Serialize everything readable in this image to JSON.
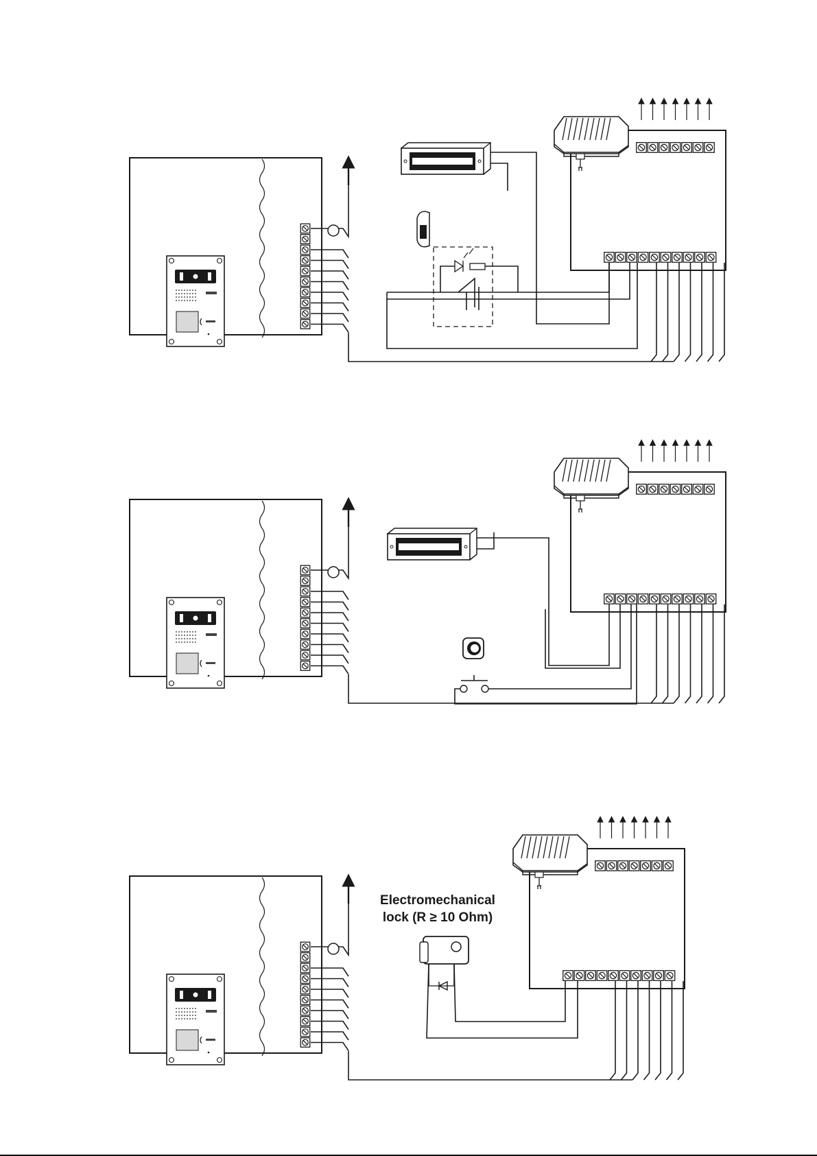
{
  "diagrams": [
    {
      "id": "diagram-maglock-exit-sensor",
      "lock": "maglock",
      "exit": "sensor"
    },
    {
      "id": "diagram-maglock-exit-button",
      "lock": "maglock",
      "exit": "button"
    },
    {
      "id": "diagram-electromechanical-lock",
      "lock": "electromechanical",
      "exit": "none"
    }
  ],
  "labels": {
    "lock_caption_line1": "Electromechanical",
    "lock_caption_line2": "lock  (R ≥ 10 Ohm)"
  },
  "colors": {
    "line": "#1a1a1a",
    "background": "#ffffff",
    "panel_fill": "#e8e8e8"
  }
}
